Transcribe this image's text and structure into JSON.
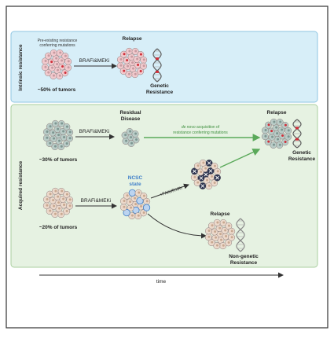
{
  "intrinsic": {
    "side_label": "Intrinsic resistance",
    "note_line1": "Pre-existing resistance",
    "note_line2": "conferring mutations",
    "treatment": "BRAFi&MEKi",
    "relapse": "Relapse",
    "result_line1": "Genetic",
    "result_line2": "Resistance",
    "share": "~50% of tumors",
    "colors": {
      "background": "#d7eef8",
      "border": "#8fc6e2"
    }
  },
  "acquired": {
    "side_label": "Acquired resistance",
    "colors": {
      "background": "#e6f2e2",
      "border": "#a9cf9f",
      "green_arrow": "#5aa95a",
      "ncsc": "#3f7fc9"
    },
    "top": {
      "share": "~30% of tumors",
      "treatment": "BRAFi&MEKi",
      "residual_line1": "Residual",
      "residual_line2": "Disease",
      "denovo_prefix": "de novo",
      "denovo_rest": " acquisition of",
      "denovo_line2": "resistance conferring mutations",
      "relapse": "Relapse",
      "result_line1": "Genetic",
      "result_line2": "Resistance"
    },
    "bottom": {
      "share": "~20% of tumors",
      "treatment": "BRAFi&MEKi",
      "ncsc_line1": "NCSC",
      "ncsc_line2": "state",
      "fak_label": "+FAKi/RXRi",
      "relapse": "Relapse",
      "result_line1": "Non-genetic",
      "result_line2": "Resistance"
    }
  },
  "axis": {
    "label": "time"
  }
}
